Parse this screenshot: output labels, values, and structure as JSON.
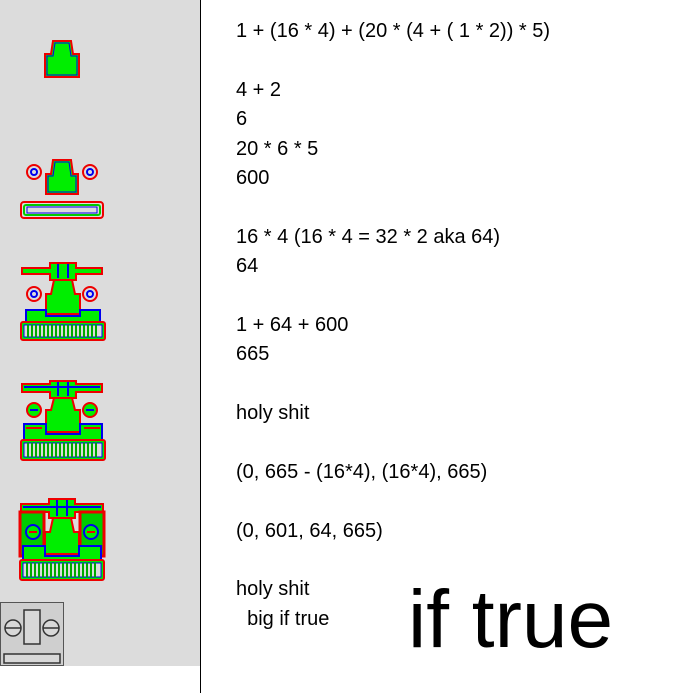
{
  "notes": {
    "lines": [
      "1 + (16 * 4) + (20 * (4 + ( 1 * 2)) * 5)",
      "",
      "4 + 2",
      "6",
      "20 * 6 * 5",
      "600",
      "",
      "16 * 4 (16 * 4 = 32 * 2 aka 64)",
      "64",
      "",
      "1 + 64 + 600",
      "665",
      "",
      "holy shit",
      "",
      "(0, 665 - (16*4), (16*4), 665)",
      "",
      "(0, 601, 64, 665)",
      "",
      "holy shit",
      "  big if true"
    ],
    "big_text": "if true"
  },
  "colors": {
    "panel": "#dcdcdc",
    "body": "#00ee00",
    "edge_red": "#ee0000",
    "edge_blue": "#0000ee",
    "tread": "#00cc00"
  },
  "sprites": [
    {
      "name": "sprite-stage-1-turret"
    },
    {
      "name": "sprite-stage-2-turret-wheels-base"
    },
    {
      "name": "sprite-stage-3-tank"
    },
    {
      "name": "sprite-stage-4-tank"
    },
    {
      "name": "sprite-stage-5-tank-armored"
    },
    {
      "name": "sprite-final-preview"
    }
  ]
}
